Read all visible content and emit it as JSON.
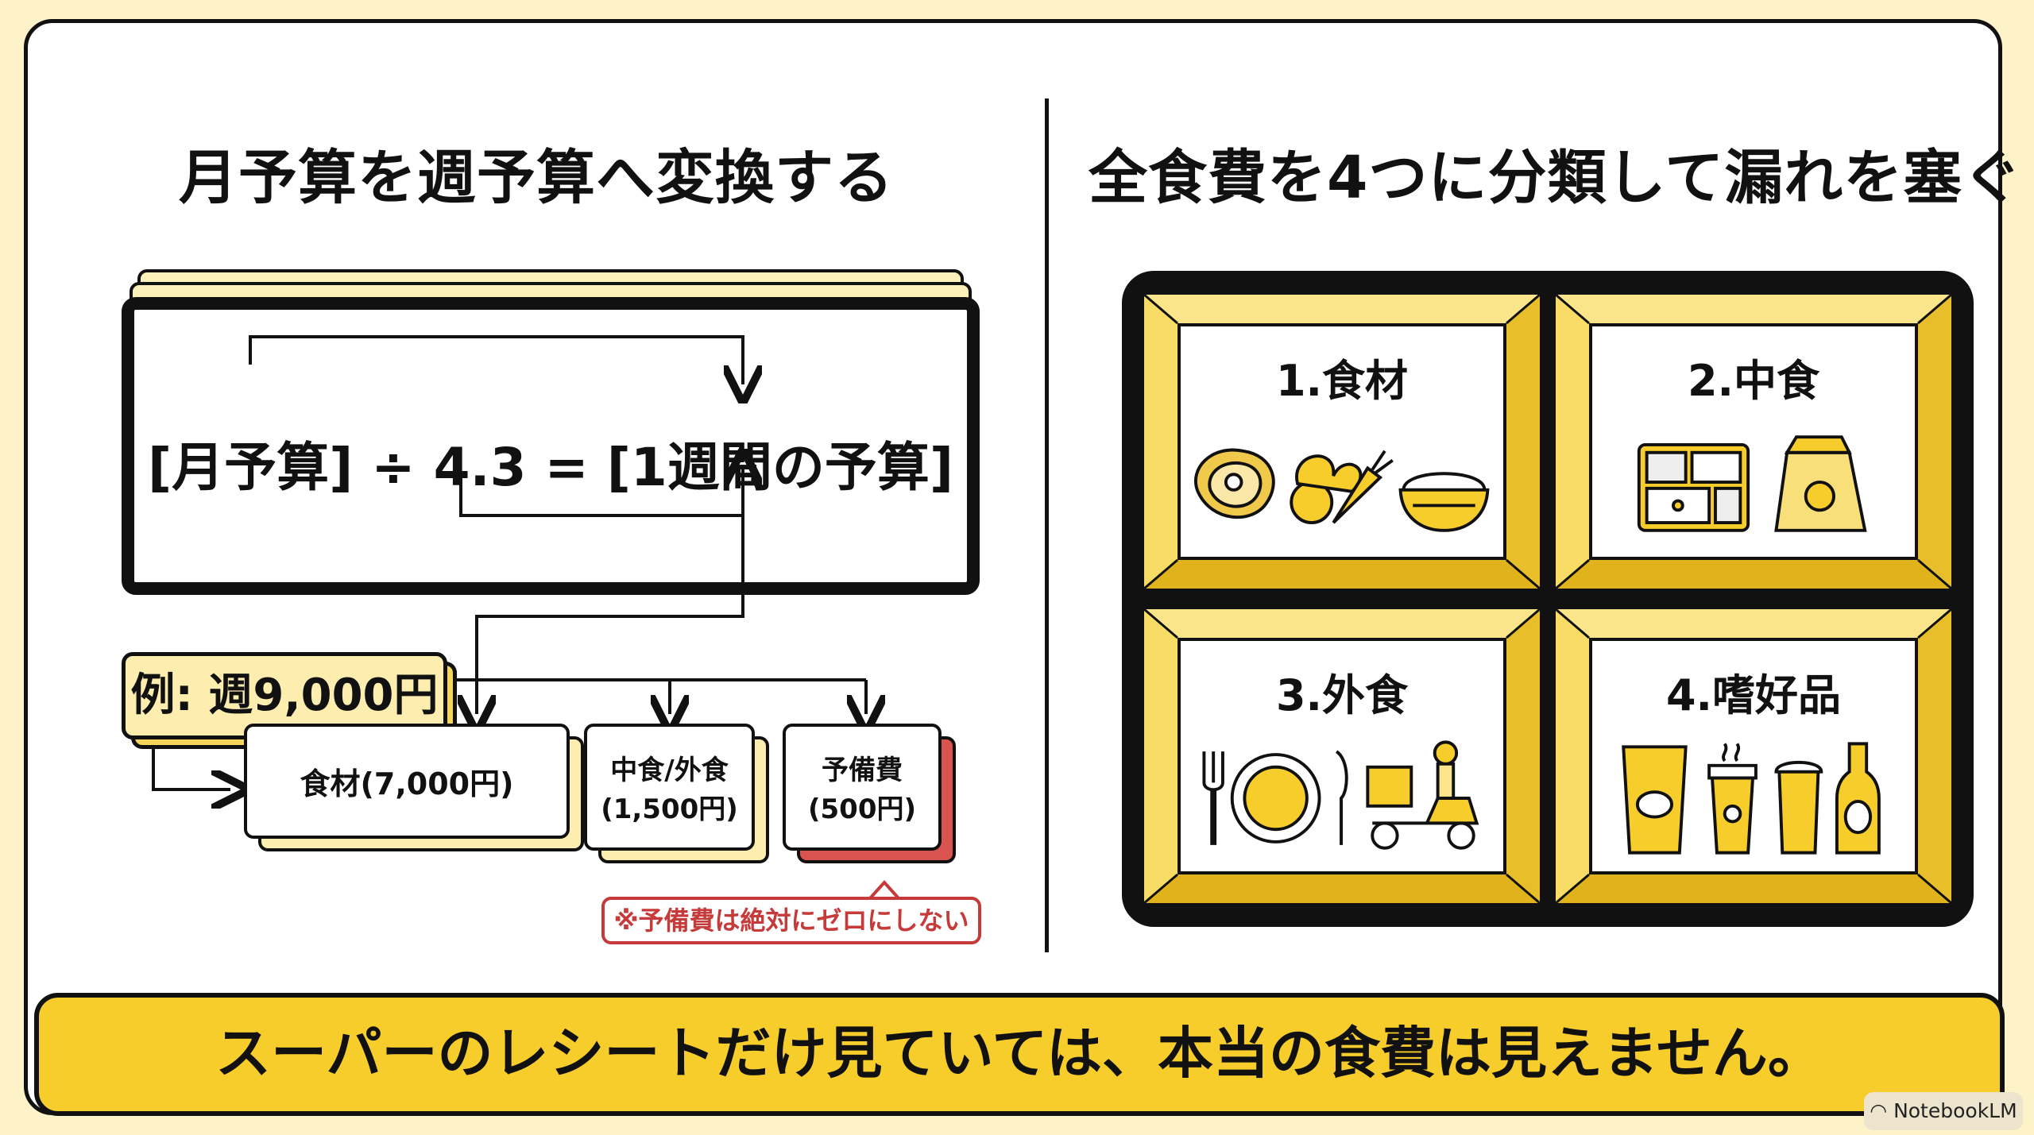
{
  "left": {
    "heading": "月予算を週予算へ変換する",
    "formula": "[月予算] ÷ 4.3 = [1週間の予算]",
    "example": "例: 週9,000円",
    "breakdown": [
      {
        "line1": "食材(7,000円)",
        "line2": ""
      },
      {
        "line1": "中食/外食",
        "line2": "(1,500円)"
      },
      {
        "line1": "予備費",
        "line2": "(500円)"
      }
    ],
    "note": "※予備費は絶対にゼロにしない"
  },
  "right": {
    "heading": "全食費を4つに分類して漏れを塞ぐ",
    "categories": [
      {
        "label": "1.食材",
        "icons": [
          "steak-icon",
          "vegetables-icon",
          "rice-bowl-icon"
        ]
      },
      {
        "label": "2.中食",
        "icons": [
          "bento-box-icon",
          "takeout-bag-icon"
        ]
      },
      {
        "label": "3.外食",
        "icons": [
          "fork-icon",
          "plate-icon",
          "knife-icon",
          "delivery-scooter-icon"
        ]
      },
      {
        "label": "4.嗜好品",
        "icons": [
          "snack-bag-icon",
          "coffee-cup-icon",
          "beer-glass-icon",
          "beer-bottle-icon"
        ]
      }
    ]
  },
  "banner": "スーパーのレシートだけ見ていては、本当の食費は見えません。",
  "badge": "NotebookLM",
  "colors": {
    "accent": "#f7cd2c",
    "accent_light": "#fdeeb0",
    "warning": "#c63a3a",
    "ink": "#111111",
    "background": "#fdf2c8"
  }
}
